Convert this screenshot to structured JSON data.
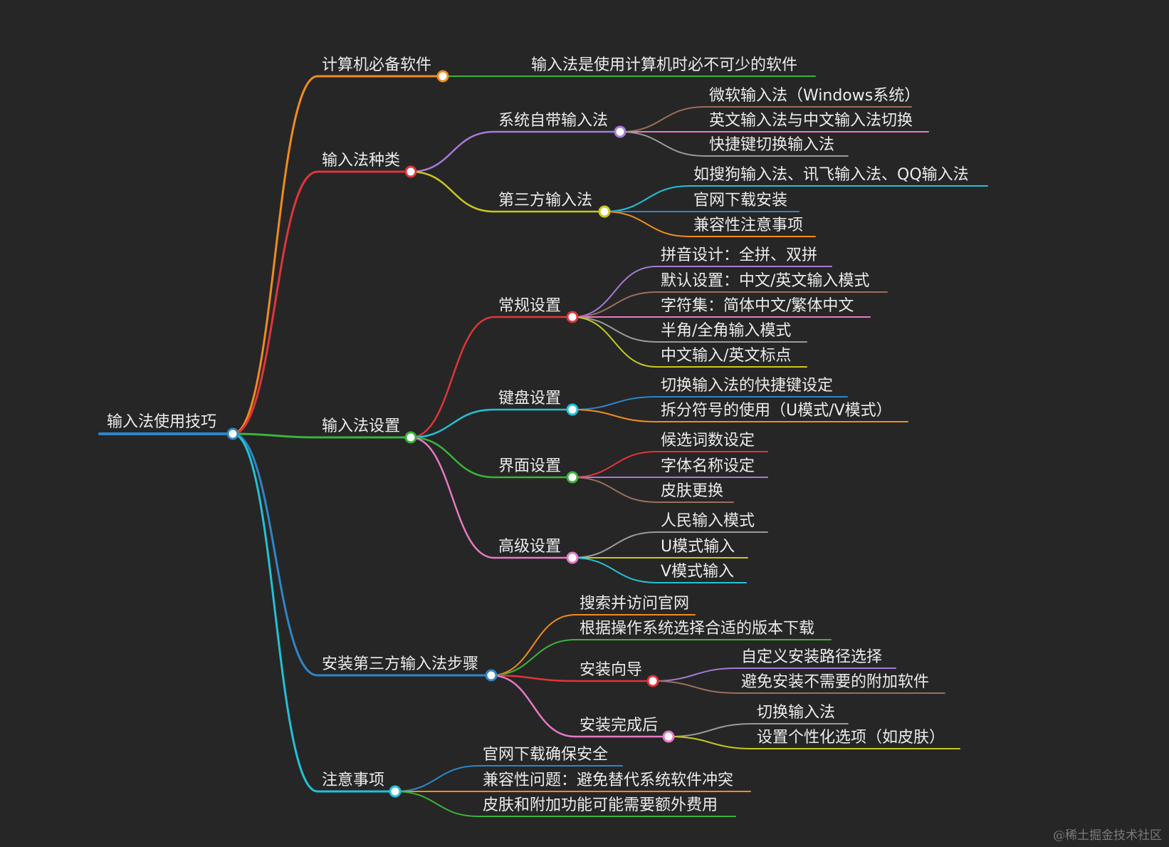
{
  "root": "输入法使用技巧",
  "branches": {
    "software": {
      "label": "计算机必备软件",
      "items": [
        "输入法是使用计算机时必不可少的软件"
      ]
    },
    "types": {
      "label": "输入法种类",
      "builtin": {
        "label": "系统自带输入法",
        "items": [
          "微软输入法（Windows系统）",
          "英文输入法与中文输入法切换",
          "快捷键切换输入法"
        ]
      },
      "thirdparty": {
        "label": "第三方输入法",
        "items": [
          "如搜狗输入法、讯飞输入法、QQ输入法",
          "官网下载安装",
          "兼容性注意事项"
        ]
      }
    },
    "settings": {
      "label": "输入法设置",
      "general": {
        "label": "常规设置",
        "items": [
          "拼音设计：全拼、双拼",
          "默认设置：中文/英文输入模式",
          "字符集：简体中文/繁体中文",
          "半角/全角输入模式",
          "中文输入/英文标点"
        ]
      },
      "keyboard": {
        "label": "键盘设置",
        "items": [
          "切换输入法的快捷键设定",
          "拆分符号的使用（U模式/V模式）"
        ]
      },
      "interface": {
        "label": "界面设置",
        "items": [
          "候选词数设定",
          "字体名称设定",
          "皮肤更换"
        ]
      },
      "advanced": {
        "label": "高级设置",
        "items": [
          "人民输入模式",
          "U模式输入",
          "V模式输入"
        ]
      }
    },
    "install": {
      "label": "安装第三方输入法步骤",
      "steps": [
        "搜索并访问官网",
        "根据操作系统选择合适的版本下载"
      ],
      "wizard": {
        "label": "安装向导",
        "items": [
          "自定义安装路径选择",
          "避免安装不需要的附加软件"
        ]
      },
      "after": {
        "label": "安装完成后",
        "items": [
          "切换输入法",
          "设置个性化选项（如皮肤）"
        ]
      }
    },
    "notes": {
      "label": "注意事项",
      "items": [
        "官网下载确保安全",
        "兼容性问题：避免替代系统软件冲突",
        "皮肤和附加功能可能需要额外费用"
      ]
    }
  },
  "watermark": "@稀土掘金技术社区",
  "colors": {
    "background": "#262626",
    "text": "#ececec",
    "blue": "#2e86c8",
    "orange": "#f08c1e",
    "red": "#e0353a",
    "green": "#3bb33b",
    "teal": "#22c1d6",
    "purple": "#a57ad6",
    "yellow": "#c8c81e",
    "pink": "#e57ac3",
    "brown": "#9a6e5c",
    "gray": "#9a9a9a"
  }
}
